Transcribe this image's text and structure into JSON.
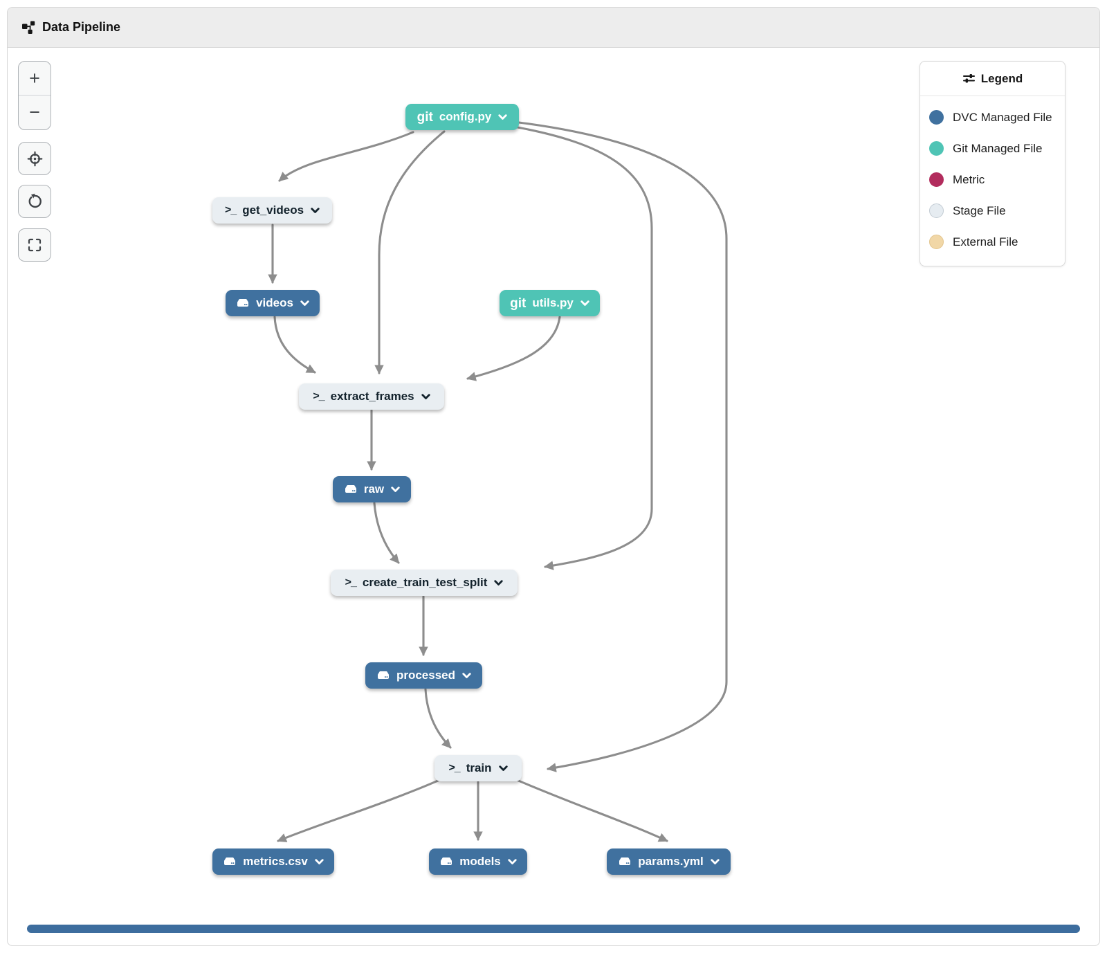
{
  "header": {
    "title": "Data Pipeline"
  },
  "controls": {
    "zoom_in_glyph": "+",
    "zoom_out_glyph": "−"
  },
  "legend": {
    "title": "Legend",
    "items": [
      {
        "label": "DVC Managed File",
        "color": "#40719f",
        "border": "#40719f"
      },
      {
        "label": "Git Managed File",
        "color": "#4fc4b5",
        "border": "#4fc4b5"
      },
      {
        "label": "Metric",
        "color": "#b22c5d",
        "border": "#b22c5d"
      },
      {
        "label": "Stage File",
        "color": "#e6ecf1",
        "border": "#c3ccd4"
      },
      {
        "label": "External File",
        "color": "#f1d7a7",
        "border": "#e3c58e"
      }
    ]
  },
  "pipeline": {
    "nodes": [
      {
        "id": "config",
        "label": "config.py",
        "kind": "git"
      },
      {
        "id": "get_videos",
        "label": "get_videos",
        "kind": "stage"
      },
      {
        "id": "videos",
        "label": "videos",
        "kind": "dvc"
      },
      {
        "id": "utils",
        "label": "utils.py",
        "kind": "git"
      },
      {
        "id": "extract_frames",
        "label": "extract_frames",
        "kind": "stage"
      },
      {
        "id": "raw",
        "label": "raw",
        "kind": "dvc"
      },
      {
        "id": "create_split",
        "label": "create_train_test_split",
        "kind": "stage"
      },
      {
        "id": "processed",
        "label": "processed",
        "kind": "dvc"
      },
      {
        "id": "train",
        "label": "train",
        "kind": "stage"
      },
      {
        "id": "metrics",
        "label": "metrics.csv",
        "kind": "dvc"
      },
      {
        "id": "models",
        "label": "models",
        "kind": "dvc"
      },
      {
        "id": "params",
        "label": "params.yml",
        "kind": "dvc"
      }
    ],
    "edges": [
      {
        "from": "config",
        "to": "get_videos"
      },
      {
        "from": "config",
        "to": "extract_frames"
      },
      {
        "from": "config",
        "to": "create_split"
      },
      {
        "from": "config",
        "to": "train"
      },
      {
        "from": "get_videos",
        "to": "videos"
      },
      {
        "from": "videos",
        "to": "extract_frames"
      },
      {
        "from": "utils",
        "to": "extract_frames"
      },
      {
        "from": "extract_frames",
        "to": "raw"
      },
      {
        "from": "raw",
        "to": "create_split"
      },
      {
        "from": "create_split",
        "to": "processed"
      },
      {
        "from": "processed",
        "to": "train"
      },
      {
        "from": "train",
        "to": "metrics"
      },
      {
        "from": "train",
        "to": "models"
      },
      {
        "from": "train",
        "to": "params"
      }
    ]
  }
}
